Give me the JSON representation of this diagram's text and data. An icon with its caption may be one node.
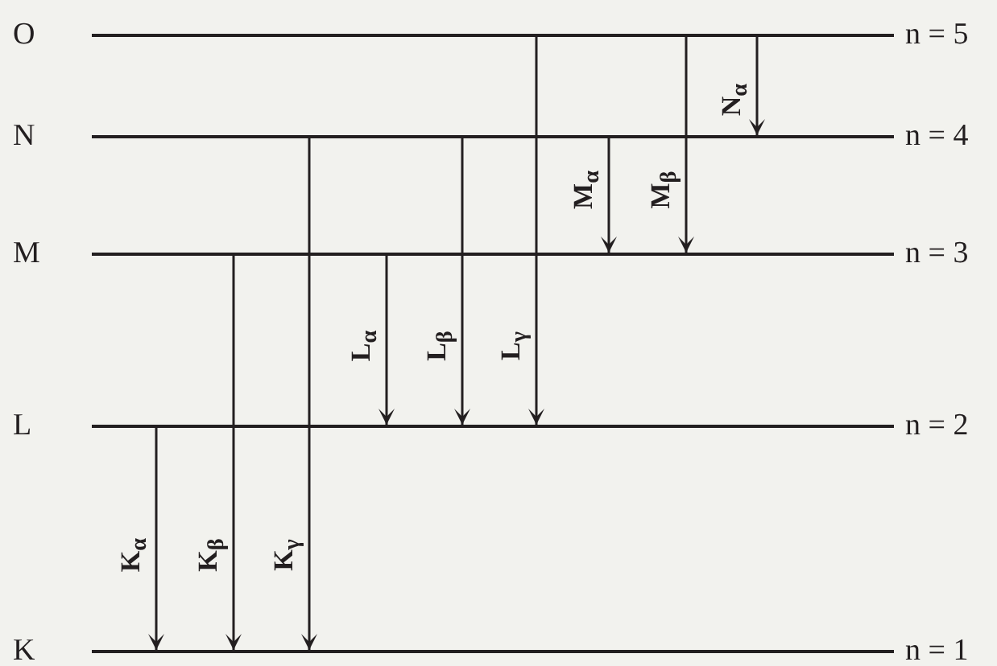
{
  "diagram": {
    "nodes": [
      {
        "text": [],
        "shape": "bar",
        "beside": [
          "O",
          "n = 5"
        ]
      },
      {
        "text": [],
        "shape": "bar",
        "beside": [
          "N",
          "n = 4"
        ]
      },
      {
        "text": [],
        "shape": "bar",
        "beside": [
          "M",
          "n = 3"
        ]
      },
      {
        "text": [],
        "shape": "bar",
        "beside": [
          "L",
          "n = 2"
        ]
      },
      {
        "text": [],
        "shape": "bar",
        "beside": [
          "K",
          "n = 1"
        ]
      }
    ],
    "edges": [
      {
        "from": 3,
        "to": 4,
        "arrow": "to",
        "label": "K$_{α}$"
      },
      {
        "from": 2,
        "to": 4,
        "arrow": "to",
        "label": "K$_{β}$"
      },
      {
        "from": 1,
        "to": 4,
        "arrow": "to",
        "label": "K$_{γ}$"
      },
      {
        "from": 2,
        "to": 3,
        "arrow": "to",
        "label": "L$_{α}$"
      },
      {
        "from": 1,
        "to": 3,
        "arrow": "to",
        "label": "L$_{β}$"
      },
      {
        "from": 0,
        "to": 3,
        "arrow": "to",
        "label": "L$_{γ}$"
      },
      {
        "from": 1,
        "to": 2,
        "arrow": "to",
        "label": "M$_{α}$"
      },
      {
        "from": 0,
        "to": 2,
        "arrow": "to",
        "label": "M$_{β}$"
      },
      {
        "from": 0,
        "to": 1,
        "arrow": "to",
        "label": "N$_{α}$"
      }
    ]
  }
}
